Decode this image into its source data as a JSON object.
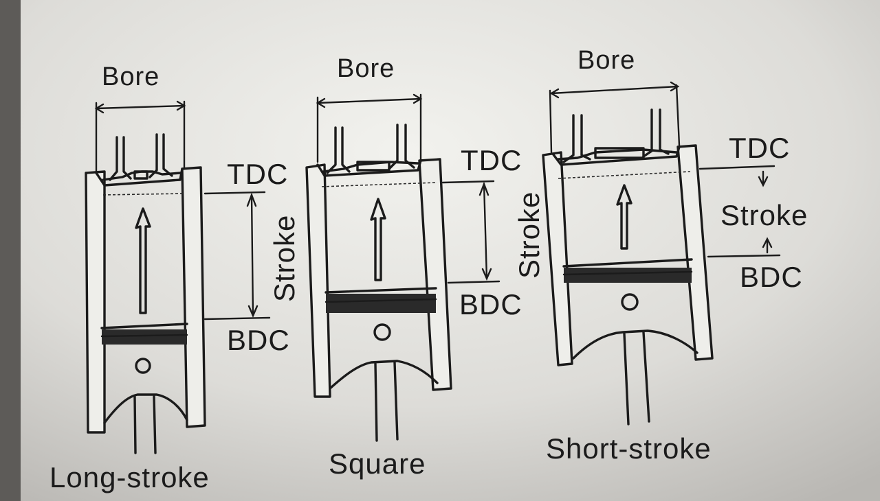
{
  "labels": {
    "bore": "Bore",
    "tdc": "TDC",
    "bdc": "BDC",
    "stroke": "Stroke"
  },
  "types": {
    "long_stroke": "Long-stroke",
    "square": "Square",
    "short_stroke": "Short-stroke"
  }
}
